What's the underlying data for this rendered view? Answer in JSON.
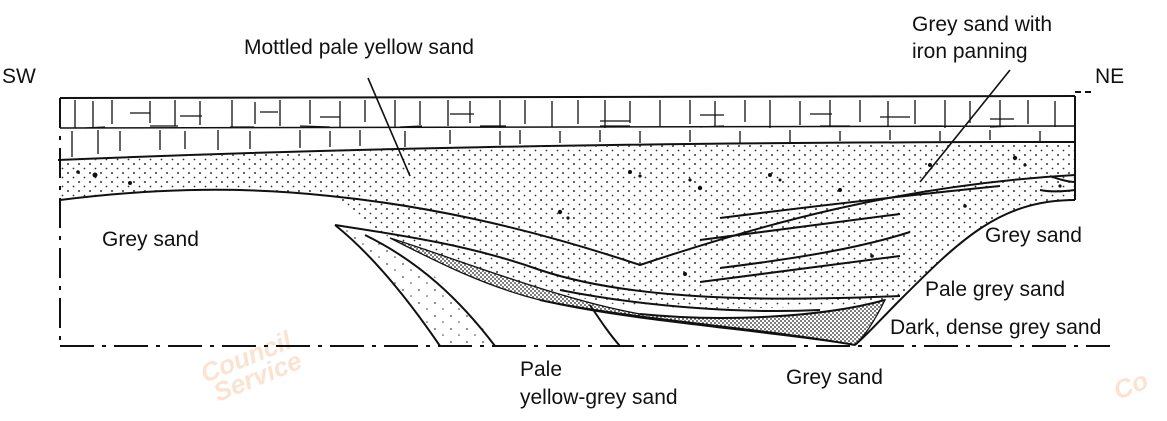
{
  "orientation": {
    "left": "SW",
    "right": "NE"
  },
  "labels": {
    "mottled": "Mottled pale yellow sand",
    "grey_sand_iron_line1": "Grey sand with",
    "grey_sand_iron_line2": "iron panning",
    "grey_sand_left": "Grey sand",
    "grey_sand_right": "Grey sand",
    "pale_grey_sand": "Pale grey sand",
    "dark_dense": "Dark, dense grey sand",
    "pale_line1": "Pale",
    "pale_line2": "yellow-grey sand",
    "grey_sand_bottom": "Grey sand"
  },
  "watermark": {
    "text1": "Council",
    "text2": "Service",
    "text3": "Co"
  },
  "colors": {
    "ink": "#111111",
    "watermark": "#f2b27a"
  }
}
